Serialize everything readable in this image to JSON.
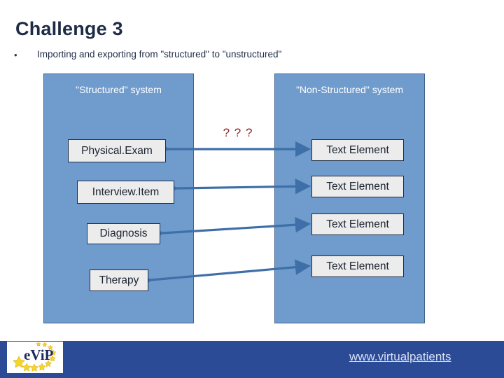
{
  "slide": {
    "title": "Challenge 3",
    "bullet_marker": "•",
    "bullet_text": "Importing and exporting from  \"structured\" to \"unstructured\"",
    "annotation": "? ? ?",
    "colors": {
      "panel_blue": "#6f9bcd",
      "panel_border": "#42618c",
      "footer_navy": "#2b4b96",
      "node_fill": "#ececec",
      "node_border": "#1b2a44",
      "arrow_blue": "#3f6fa8",
      "annotation_red": "#8c2020",
      "title_color": "#1f2b46",
      "url_color": "#d8e0f2"
    }
  },
  "panels": {
    "left": {
      "title": "\"Structured\" system",
      "nodes": [
        {
          "label": "Physical.Exam"
        },
        {
          "label": "Interview.Item"
        },
        {
          "label": "Diagnosis"
        },
        {
          "label": "Therapy"
        }
      ]
    },
    "right": {
      "title": "\"Non-Structured\" system",
      "nodes": [
        {
          "label": "Text Element"
        },
        {
          "label": "Text Element"
        },
        {
          "label": "Text Element"
        },
        {
          "label": "Text Element"
        }
      ]
    }
  },
  "connectors": [
    {
      "name": "physicalexam-to-text-1",
      "style": "double-headed"
    },
    {
      "name": "interviewitem-to-text-2",
      "style": "double-headed"
    },
    {
      "name": "diagnosis-to-text-3",
      "style": "double-headed"
    },
    {
      "name": "therapy-to-text-4",
      "style": "double-headed"
    }
  ],
  "footer": {
    "logo_text": "eViP",
    "url": "www.virtualpatients"
  }
}
